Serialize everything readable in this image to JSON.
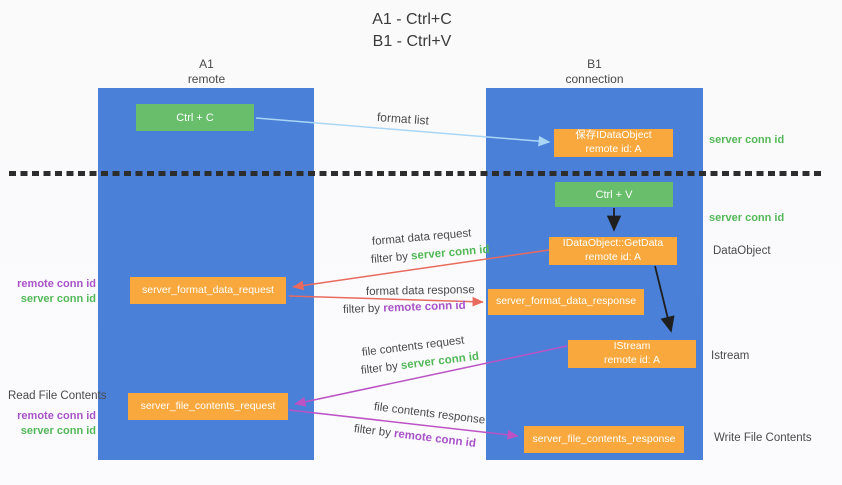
{
  "title": {
    "line1": "A1 - Ctrl+C",
    "line2": "B1 - Ctrl+V"
  },
  "lanes": {
    "left": {
      "name": "A1",
      "subtitle": "remote"
    },
    "right": {
      "name": "B1",
      "subtitle": "connection"
    }
  },
  "boxes": {
    "ctrl_c": {
      "label": "Ctrl + C"
    },
    "save_idataobject": {
      "line1": "保存IDataObject",
      "line2": "remote id: A"
    },
    "ctrl_v": {
      "label": "Ctrl + V"
    },
    "getdata": {
      "line1": "IDataObject::GetData",
      "line2": "remote id: A"
    },
    "istream": {
      "line1": "IStream",
      "line2": "remote id: A"
    },
    "format_request": {
      "label": "server_format_data_request"
    },
    "format_response": {
      "label": "server_format_data_response"
    },
    "file_request": {
      "label": "server_file_contents_request"
    },
    "file_response": {
      "label": "server_file_contents_response"
    }
  },
  "flow_labels": {
    "format_list": "format list",
    "format_data_request": "format data request",
    "filter_server_1": {
      "prefix": "filter by ",
      "keyword": "server conn id"
    },
    "format_data_response": "format data response",
    "filter_remote_1": {
      "prefix": "filter by ",
      "keyword": "remote conn id"
    },
    "file_contents_request": "file contents request",
    "filter_server_2": {
      "prefix": "filter by ",
      "keyword": "server conn id"
    },
    "file_contents_response": "file contents response",
    "filter_remote_2": {
      "prefix": "filter by ",
      "keyword": "remote conn id"
    }
  },
  "side_labels": {
    "server_conn_top": "server conn id",
    "server_conn_mid": "server conn id",
    "dataobject": "DataObject",
    "istream": "Istream",
    "write_file": "Write File Contents",
    "read_file": "Read File Contents",
    "left_pair_1": {
      "remote": "remote conn id",
      "server": "server conn id"
    },
    "left_pair_2": {
      "remote": "remote conn id",
      "server": "server conn id"
    }
  },
  "colors": {
    "lane_blue": "#4a80d8",
    "box_green": "#68be6b",
    "box_orange": "#f8a83d",
    "green_text": "#53b857",
    "purple_text": "#a953c9",
    "red_arrow": "#e96a5e",
    "magenta_arrow": "#bc53c5",
    "light_blue_arrow": "#a9d6f5",
    "black_arrow": "#1f1f1f"
  }
}
